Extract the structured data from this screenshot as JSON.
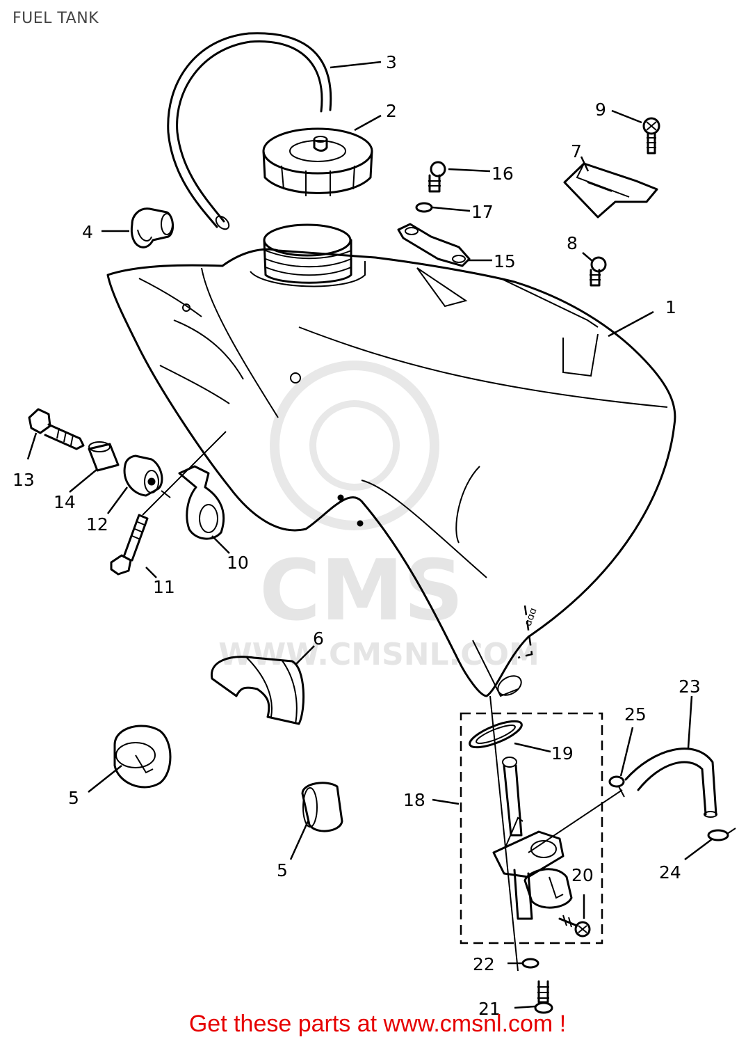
{
  "title": "FUEL TANK",
  "watermark": {
    "brand": "CMS",
    "url": "WWW.CMSNL.COM"
  },
  "callouts": [
    "1",
    "2",
    "3",
    "4",
    "5",
    "5",
    "6",
    "7",
    "8",
    "9",
    "10",
    "11",
    "12",
    "13",
    "14",
    "15",
    "16",
    "17",
    "18",
    "19",
    "20",
    "21",
    "22",
    "23",
    "24",
    "25"
  ],
  "footer": "Get these parts at www.cmsnl.com !",
  "colors": {
    "footer": "#e60000",
    "line": "#000000",
    "watermark": "#d9d9d9"
  }
}
